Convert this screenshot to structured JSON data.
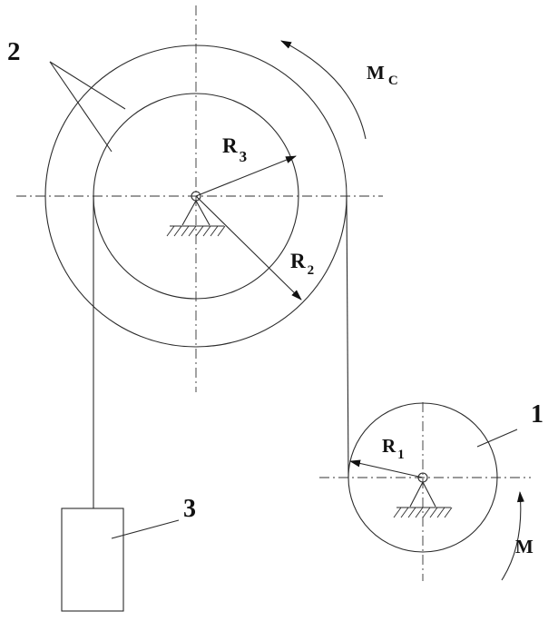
{
  "labels": {
    "pulley_2": "2",
    "pulley_1": "1",
    "weight_3": "3",
    "moment_c": {
      "main": "M",
      "sub": "C"
    },
    "moment": "M",
    "radius_3": {
      "main": "R",
      "sub": "3"
    },
    "radius_2": {
      "main": "R",
      "sub": "2"
    },
    "radius_1": {
      "main": "R",
      "sub": "1"
    }
  },
  "colors": {
    "line": "#2b2b2b",
    "background": "#ffffff"
  }
}
